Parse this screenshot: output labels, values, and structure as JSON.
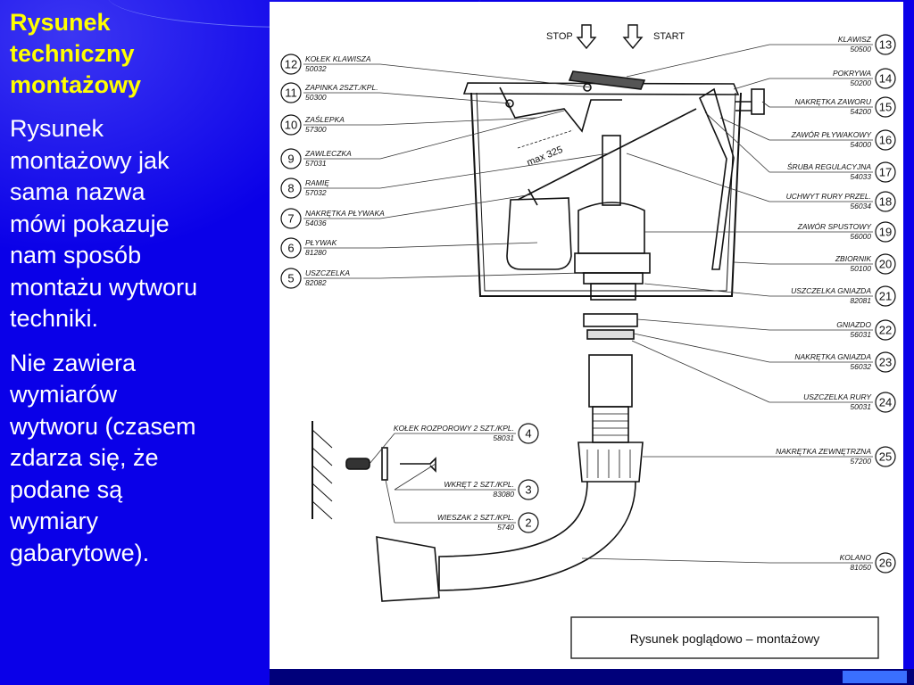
{
  "slide": {
    "title": "Rysunek\ntechniczny\nmontażowy",
    "paragraph1": "Rysunek\nmontażowy jak\nsama nazwa\nmówi pokazuje\nnam sposób\nmontażu wytworu\ntechniki.",
    "paragraph2": " Nie zawiera\nwymiarów\nwytworu (czasem\nzdarza się, że\npodane są\nwymiary\ngabarytowe)."
  },
  "diagram": {
    "stop_label": "STOP",
    "start_label": "START",
    "max_label": "max 325",
    "caption": "Rysunek poglądowo – montażowy",
    "parts": [
      {
        "n": "12",
        "name": "KOŁEK KLAWISZA",
        "code": "50032"
      },
      {
        "n": "11",
        "name": "ZAPINKA 2szt./kpl.",
        "code": "50300"
      },
      {
        "n": "10",
        "name": "ZAŚLEPKA",
        "code": "57300"
      },
      {
        "n": "9",
        "name": "ZAWLECZKA",
        "code": "57031"
      },
      {
        "n": "8",
        "name": "RAMIĘ",
        "code": "57032"
      },
      {
        "n": "7",
        "name": "NAKRĘTKA PŁYWAKA",
        "code": "54036"
      },
      {
        "n": "6",
        "name": "PŁYWAK",
        "code": "81280"
      },
      {
        "n": "5",
        "name": "USZCZELKA",
        "code": "82082"
      },
      {
        "n": "13",
        "name": "KLAWISZ",
        "code": "50500"
      },
      {
        "n": "14",
        "name": "POKRYWA",
        "code": "50200"
      },
      {
        "n": "15",
        "name": "NAKRĘTKA ZAWORU",
        "code": "54200"
      },
      {
        "n": "16",
        "name": "ZAWÓR PŁYWAKOWY",
        "code": "54000"
      },
      {
        "n": "17",
        "name": "ŚRUBA REGULACYJNA",
        "code": "54033"
      },
      {
        "n": "18",
        "name": "UCHWYT RURY PRZEL.",
        "code": "56034"
      },
      {
        "n": "19",
        "name": "ZAWÓR SPUSTOWY",
        "code": "56000"
      },
      {
        "n": "20",
        "name": "ZBIORNIK",
        "code": "50100"
      },
      {
        "n": "21",
        "name": "USZCZELKA GNIAZDA",
        "code": "82081"
      },
      {
        "n": "22",
        "name": "GNIAZDO",
        "code": "56031"
      },
      {
        "n": "23",
        "name": "NAKRĘTKA GNIAZDA",
        "code": "56032"
      },
      {
        "n": "24",
        "name": "USZCZELKA RURY",
        "code": "50031"
      },
      {
        "n": "25",
        "name": "NAKRĘTKA ZEWNĘTRZNA",
        "code": "57200"
      },
      {
        "n": "26",
        "name": "KOLANO",
        "code": "81050"
      },
      {
        "n": "4",
        "name": "KOŁEK ROZPOROWY 2 szt./kpl.",
        "code": "58031"
      },
      {
        "n": "3",
        "name": "WKRĘT 2 szt./kpl.",
        "code": "83080"
      },
      {
        "n": "2",
        "name": "WIESZAK 2 szt./kpl.",
        "code": "5740"
      }
    ]
  }
}
